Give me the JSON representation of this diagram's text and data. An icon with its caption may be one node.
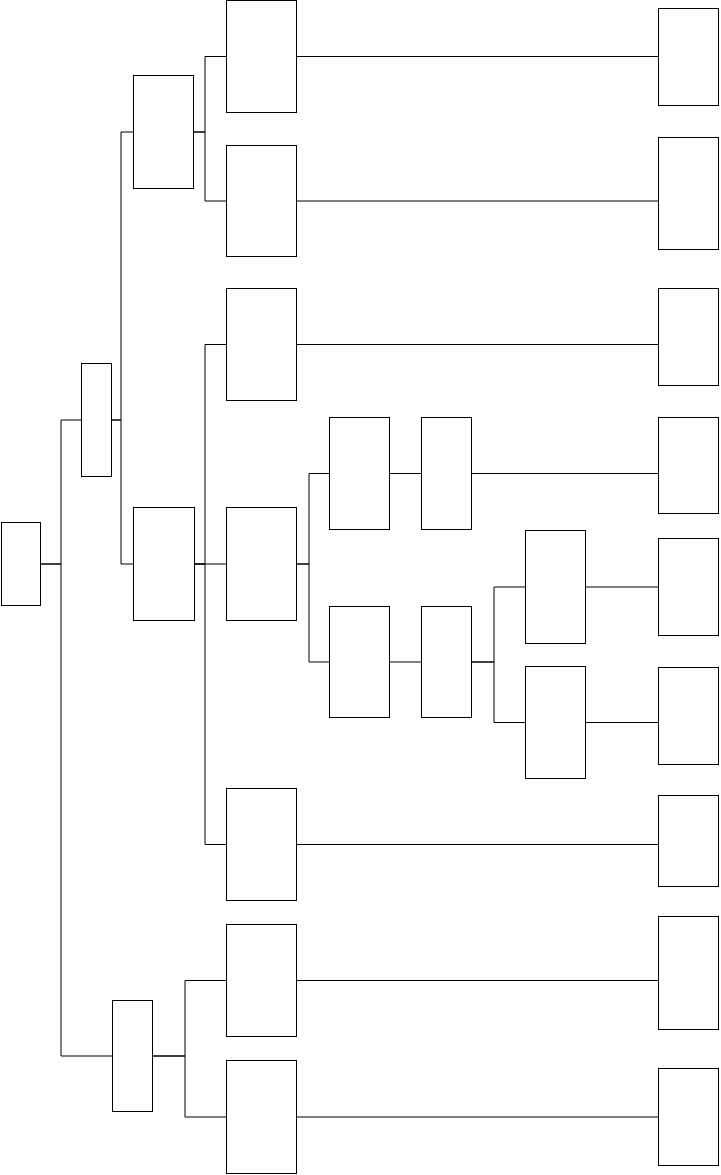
{
  "diagram": {
    "nodes": [
      {
        "text": [],
        "shape": "box"
      },
      {
        "text": [],
        "shape": "box"
      },
      {
        "text": [],
        "shape": "box"
      },
      {
        "text": [],
        "shape": "box"
      },
      {
        "text": [],
        "shape": "box"
      },
      {
        "text": [],
        "shape": "box"
      },
      {
        "text": [],
        "shape": "box"
      },
      {
        "text": [],
        "shape": "box"
      },
      {
        "text": [],
        "shape": "box"
      },
      {
        "text": [],
        "shape": "box"
      },
      {
        "text": [],
        "shape": "box"
      },
      {
        "text": [],
        "shape": "box"
      },
      {
        "text": [],
        "shape": "box"
      },
      {
        "text": [],
        "shape": "box"
      },
      {
        "text": [],
        "shape": "box"
      },
      {
        "text": [],
        "shape": "box"
      },
      {
        "text": [],
        "shape": "box"
      },
      {
        "text": [],
        "shape": "box"
      },
      {
        "text": [],
        "shape": "box"
      },
      {
        "text": [],
        "shape": "box"
      },
      {
        "text": [],
        "shape": "box"
      },
      {
        "text": [],
        "shape": "box"
      },
      {
        "text": [],
        "shape": "box"
      },
      {
        "text": [],
        "shape": "box"
      },
      {
        "text": [],
        "shape": "box"
      },
      {
        "text": [],
        "shape": "box"
      },
      {
        "text": [],
        "shape": "box"
      }
    ],
    "edges": [
      {
        "from": 0,
        "to": 1,
        "arrow": "none"
      },
      {
        "from": 0,
        "to": 2,
        "arrow": "none"
      },
      {
        "from": 1,
        "to": 3,
        "arrow": "none"
      },
      {
        "from": 1,
        "to": 4,
        "arrow": "none"
      },
      {
        "from": 3,
        "to": 5,
        "arrow": "none"
      },
      {
        "from": 3,
        "to": 6,
        "arrow": "none"
      },
      {
        "from": 4,
        "to": 7,
        "arrow": "none"
      },
      {
        "from": 4,
        "to": 8,
        "arrow": "none"
      },
      {
        "from": 4,
        "to": 9,
        "arrow": "none"
      },
      {
        "from": 8,
        "to": 12,
        "arrow": "none"
      },
      {
        "from": 8,
        "to": 13,
        "arrow": "none"
      },
      {
        "from": 12,
        "to": 14,
        "arrow": "none"
      },
      {
        "from": 13,
        "to": 15,
        "arrow": "none"
      },
      {
        "from": 15,
        "to": 16,
        "arrow": "none"
      },
      {
        "from": 15,
        "to": 17,
        "arrow": "none"
      },
      {
        "from": 2,
        "to": 10,
        "arrow": "none"
      },
      {
        "from": 2,
        "to": 11,
        "arrow": "none"
      },
      {
        "from": 5,
        "to": 18,
        "arrow": "none"
      },
      {
        "from": 6,
        "to": 19,
        "arrow": "none"
      },
      {
        "from": 7,
        "to": 20,
        "arrow": "none"
      },
      {
        "from": 14,
        "to": 21,
        "arrow": "none"
      },
      {
        "from": 16,
        "to": 22,
        "arrow": "none"
      },
      {
        "from": 17,
        "to": 23,
        "arrow": "none"
      },
      {
        "from": 9,
        "to": 24,
        "arrow": "none"
      },
      {
        "from": 10,
        "to": 25,
        "arrow": "none"
      },
      {
        "from": 11,
        "to": 26,
        "arrow": "none"
      }
    ]
  }
}
